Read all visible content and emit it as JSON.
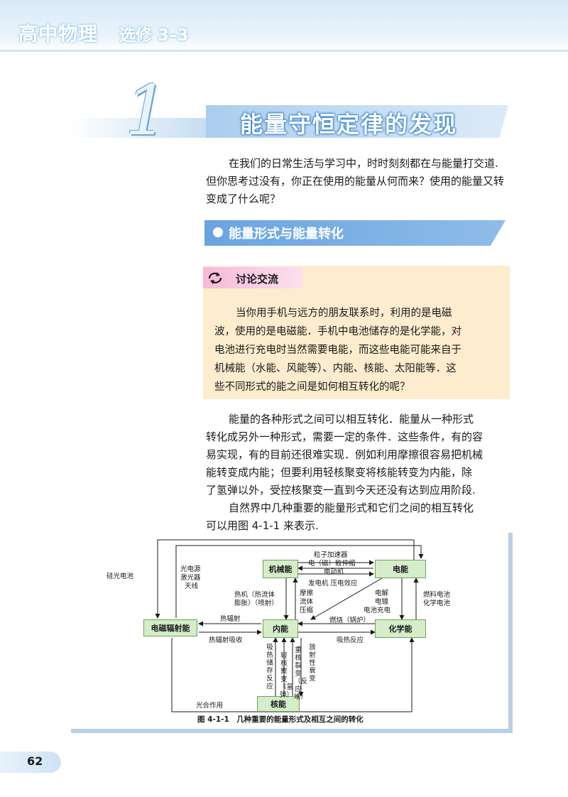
{
  "header": {
    "book_title": "高中物理",
    "book_sub": "选修 3–3"
  },
  "chapter": {
    "number": "1",
    "title": "能量守恒定律的发现"
  },
  "intro": [
    "在我们的日常生活与学习中，时时刻刻都在与能量打交道.",
    "但你思考过没有，你正在使用的能量从何而来？使用的能量又转",
    "变成了什么呢？"
  ],
  "section": {
    "title": "能量形式与能量转化"
  },
  "discussion": {
    "title": "讨论交流",
    "lines": [
      "当你用手机与远方的朋友联系时，利用的是电磁",
      "波，使用的是电磁能．手机中电池储存的是化学能，对",
      "电池进行充电时当然需要电能，而这些电能可能来自于",
      "机械能（水能、风能等）、内能、核能、太阳能等．这",
      "些不同形式的能之间是如何相互转化的呢？"
    ]
  },
  "body": [
    "能量的各种形式之间可以相互转化．能量从一种形式",
    "转化成另外一种形式，需要一定的条件．这些条件，有的容",
    "易实现，有的目前还很难实现．例如利用摩擦很容易把机械",
    "能转变成内能；但要利用轻核聚变将核能转变为内能，除",
    "了氢弹以外，受控核聚变一直到今天还没有达到应用阶段."
  ],
  "body2": [
    "自然界中几种重要的能量形式和它们之间的相互转化",
    "可以用图 4-1-1 来表示."
  ],
  "diagram": {
    "boxes": {
      "mechanical": "机械能",
      "electrical": "电能",
      "em_radiation": "电磁辐射能",
      "internal": "内能",
      "chemical": "化学能",
      "nuclear": "核能"
    },
    "labels": {
      "accelerator": "粒子加速器",
      "em_device": "电（磁）致伸缩",
      "motor": "电动机",
      "generator": "发电机 压电效应",
      "solar_cell": "硅光电池",
      "light_source": "光电源",
      "laser": "激光器",
      "antenna": "天线",
      "heat_engine1": "热机（热流体",
      "heat_engine2": "膨胀）（喷射）",
      "friction": "摩擦",
      "fluid": "流体",
      "compress": "压缩",
      "elec_heat": "电解",
      "electroplate": "电镀",
      "charge": "电池充电",
      "fuel_cell": "燃料电池",
      "chem_cell": "化学电池",
      "thermal_rad": "热辐射",
      "thermal_absorb": "热辐射吸收",
      "combustion": "燃烧（锅炉）",
      "endothermic": "吸热反应",
      "photosynthesis": "光合作用",
      "heat_storage": "吸热储存反应",
      "light_fusion": "轻核聚变（氢弹）",
      "heavy_fission": "重核裂变（反应堆）",
      "radioactive": "放射性衰变"
    },
    "caption": "图 4-1-1　几种重要的能量形式及相互之间的转化"
  },
  "page_number": "62"
}
